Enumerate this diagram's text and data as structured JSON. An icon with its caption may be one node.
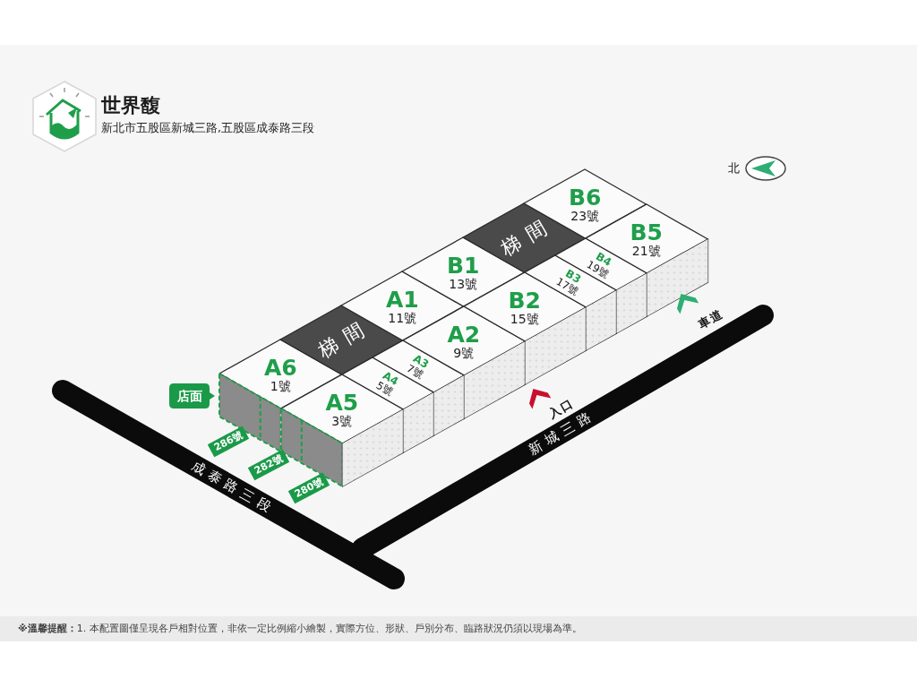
{
  "diagram": {
    "title": "世界馥",
    "caption": "**※溫馨提醒：**1. 本配置圖僅呈現各戶相對位置，非依一定比例縮小繪製，實際方位、形狀、戶別分布、臨路狀況仍須以現場為準。",
    "nodes": [
      {
        "text": [
          "B6",
          "23號"
        ]
      },
      {
        "text": [
          "梯間"
        ]
      },
      {
        "text": [
          "B5",
          "21號"
        ]
      },
      {
        "text": [
          "B1",
          "13號"
        ]
      },
      {
        "text": [
          "B4",
          "19號"
        ]
      },
      {
        "text": [
          "B3",
          "17號"
        ]
      },
      {
        "text": [
          "B2",
          "15號"
        ]
      },
      {
        "text": [
          "A1",
          "11號"
        ]
      },
      {
        "text": [
          "梯間"
        ]
      },
      {
        "text": [
          "A2",
          "9號"
        ]
      },
      {
        "text": [
          "A3",
          "7號"
        ]
      },
      {
        "text": [
          "A6",
          "1號"
        ]
      },
      {
        "text": [
          "A4",
          "5號"
        ]
      },
      {
        "text": [
          "A5",
          "3號"
        ]
      }
    ],
    "labels": [
      "新北市五股區新城三路,五股區成泰路三段",
      "北",
      "車道",
      "店面",
      "入口",
      "286號",
      "新城三路",
      "282號",
      "成泰路三段",
      "280號"
    ]
  }
}
